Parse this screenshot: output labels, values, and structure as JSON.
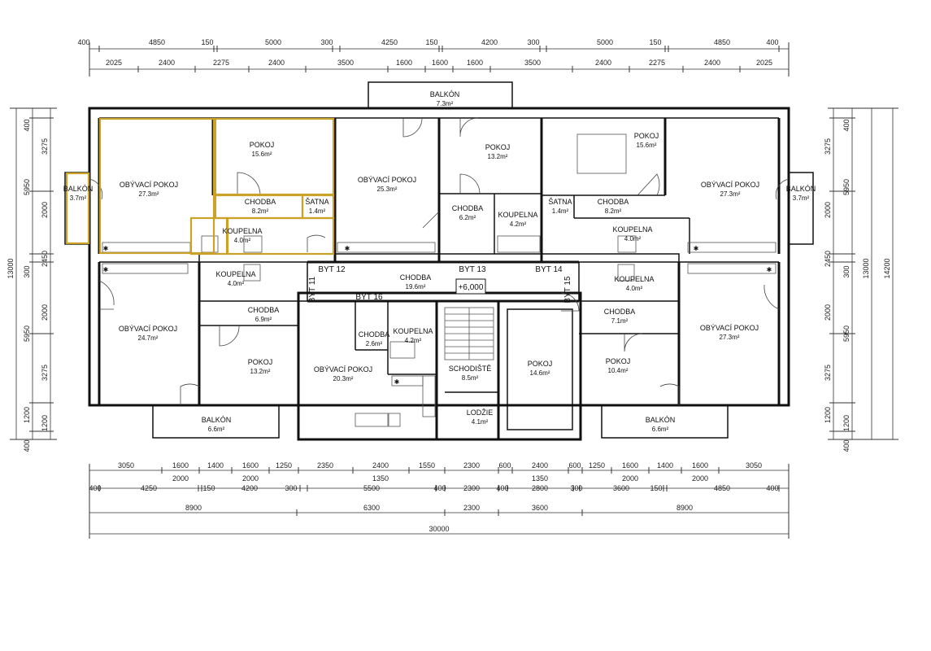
{
  "level_label": "+6,000",
  "highlight_color": "#c9a227",
  "units": [
    "BYT 11",
    "BYT 12",
    "BYT 13",
    "BYT 14",
    "BYT 15",
    "BYT 16"
  ],
  "rooms": {
    "tl_living": {
      "name": "OBÝVACÍ POKOJ",
      "area": "27.3m²"
    },
    "tl_bed": {
      "name": "POKOJ",
      "area": "15.6m²"
    },
    "tl_balcony": {
      "name": "BALKÓN",
      "area": "3.7m²"
    },
    "tl_hall": {
      "name": "CHODBA",
      "area": "8.2m²"
    },
    "tl_closet": {
      "name": "ŠATNA",
      "area": "1.4m²"
    },
    "tl_bath": {
      "name": "KOUPELNA",
      "area": "4.0m²"
    },
    "tc_balcony": {
      "name": "BALKÓN",
      "area": "7.3m²"
    },
    "tc_living": {
      "name": "OBÝVACÍ POKOJ",
      "area": "25.3m²"
    },
    "tc_bed": {
      "name": "POKOJ",
      "area": "13.2m²"
    },
    "tc_hall": {
      "name": "CHODBA",
      "area": "6.2m²"
    },
    "tc_bath": {
      "name": "KOUPELNA",
      "area": "4.2m²"
    },
    "tr_bed": {
      "name": "POKOJ",
      "area": "15.6m²"
    },
    "tr_living": {
      "name": "OBÝVACÍ POKOJ",
      "area": "27.3m²"
    },
    "tr_balcony": {
      "name": "BALKÓN",
      "area": "3.7m²"
    },
    "tr_closet": {
      "name": "ŠATNA",
      "area": "1.4m²"
    },
    "tr_hall": {
      "name": "CHODBA",
      "area": "8.2m²"
    },
    "tr_bath": {
      "name": "KOUPELNA",
      "area": "4.0m²"
    },
    "corridor": {
      "name": "CHODBA",
      "area": "19.6m²"
    },
    "bl_bath": {
      "name": "KOUPELNA",
      "area": "4.0m²"
    },
    "bl_hall": {
      "name": "CHODBA",
      "area": "6.9m²"
    },
    "bl_living": {
      "name": "OBÝVACÍ POKOJ",
      "area": "24.7m²"
    },
    "bl_bed": {
      "name": "POKOJ",
      "area": "13.2m²"
    },
    "bl_balcony": {
      "name": "BALKÓN",
      "area": "6.6m²"
    },
    "bc_hall": {
      "name": "CHODBA",
      "area": "2.6m²"
    },
    "bc_bath": {
      "name": "KOUPELNA",
      "area": "4.2m²"
    },
    "bc_living": {
      "name": "OBÝVACÍ POKOJ",
      "area": "20.3m²"
    },
    "stair": {
      "name": "SCHODIŠTĚ",
      "area": "8.5m²"
    },
    "loggia": {
      "name": "LODŽIE",
      "area": "4.1m²"
    },
    "bc_bed": {
      "name": "POKOJ",
      "area": "14.6m²"
    },
    "br_hall": {
      "name": "CHODBA",
      "area": "7.1m²"
    },
    "br_bath": {
      "name": "KOUPELNA",
      "area": "4.0m²"
    },
    "br_bed": {
      "name": "POKOJ",
      "area": "10.4m²"
    },
    "br_living": {
      "name": "OBÝVACÍ POKOJ",
      "area": "27.3m²"
    },
    "br_balcony": {
      "name": "BALKÓN",
      "area": "6.6m²"
    }
  },
  "dims_top_1": [
    "400",
    "4850",
    "150",
    "5000",
    "300",
    "4250",
    "150",
    "4200",
    "300",
    "5000",
    "150",
    "4850",
    "400"
  ],
  "dims_top_2": [
    "2025",
    "2400",
    "2275",
    "2400",
    "3500",
    "1600",
    "1600",
    "1600",
    "3500",
    "2400",
    "2275",
    "2400",
    "2025"
  ],
  "dims_bottom_1": [
    "3050",
    "1600",
    "1400",
    "1600",
    "1250",
    "2350",
    "2400",
    "1550",
    "2300",
    "600",
    "2400",
    "600",
    "1250",
    "1600",
    "1400",
    "1600",
    "3050"
  ],
  "dims_bottom_1b": [
    "2000",
    "2000",
    "1350",
    "1350",
    "2000",
    "2000"
  ],
  "dims_bottom_2": [
    "400",
    "4250",
    "150",
    "4200",
    "300",
    "5500",
    "400",
    "2300",
    "400",
    "2800",
    "300",
    "3600",
    "150",
    "4850",
    "400"
  ],
  "dims_bottom_3": [
    "8900",
    "6300",
    "2300",
    "3600",
    "8900"
  ],
  "dims_total": "30000",
  "dims_left_outer": [
    "400",
    "3275",
    "5950",
    "2000",
    "2450",
    "300",
    "2000",
    "5950",
    "3275",
    "1200",
    "1200",
    "400"
  ],
  "dims_left_total": "13000",
  "dims_right_outer": [
    "400",
    "3275",
    "5950",
    "2000",
    "2450",
    "300",
    "2000",
    "5950",
    "3275",
    "1200",
    "1200",
    "400"
  ],
  "dims_right_total_1": "13000",
  "dims_right_total_2": "14200"
}
